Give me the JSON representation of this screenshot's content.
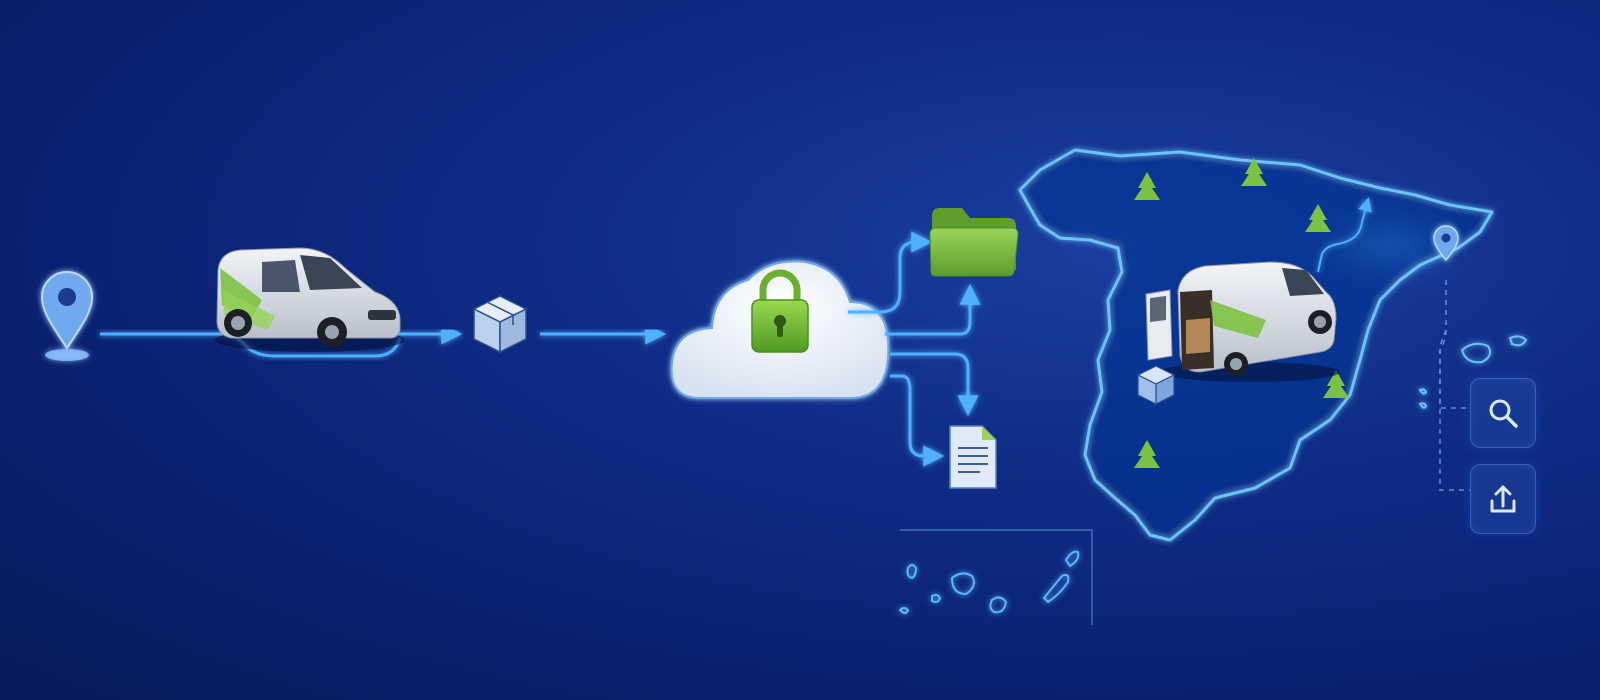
{
  "diagram": {
    "nodes": [
      {
        "id": "origin-pin",
        "kind": "location-pin-icon"
      },
      {
        "id": "delivery-van",
        "kind": "van-icon"
      },
      {
        "id": "parcel-box",
        "kind": "package-icon"
      },
      {
        "id": "secure-cloud",
        "kind": "cloud-lock-icon"
      },
      {
        "id": "folder",
        "kind": "folder-icon"
      },
      {
        "id": "document",
        "kind": "document-icon"
      },
      {
        "id": "spain-map",
        "kind": "map-outline"
      },
      {
        "id": "destination-pin",
        "kind": "location-pin-icon"
      }
    ],
    "edges": [
      {
        "from": "origin-pin",
        "to": "delivery-van"
      },
      {
        "from": "delivery-van",
        "to": "parcel-box"
      },
      {
        "from": "parcel-box",
        "to": "secure-cloud"
      },
      {
        "from": "secure-cloud",
        "to": "folder"
      },
      {
        "from": "secure-cloud",
        "to": "document"
      }
    ]
  },
  "actions": [
    {
      "id": "search",
      "icon": "search-icon"
    },
    {
      "id": "upload",
      "icon": "upload-icon"
    }
  ],
  "colors": {
    "background": "#0b2472",
    "line": "#4fb0ff",
    "accent_green": "#7cc242",
    "map_glow": "#5ab8ff",
    "cloud": "#eef3fb"
  }
}
